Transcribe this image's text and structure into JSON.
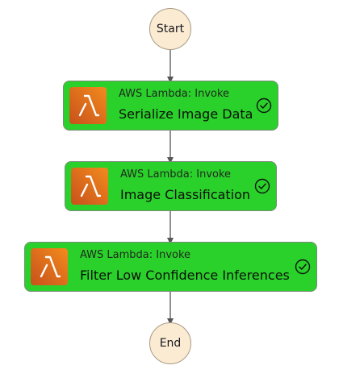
{
  "diagram": {
    "start_label": "Start",
    "end_label": "End",
    "colors": {
      "task_fill": "#2bd12b",
      "terminal_fill": "#fbebd2",
      "lambda_icon_dark": "#c8511b",
      "lambda_icon_light": "#f28b1d",
      "edge": "#555555"
    },
    "tasks": [
      {
        "type_label": "AWS Lambda: Invoke",
        "name": "Serialize Image Data",
        "icon": "lambda-icon",
        "status_icon": "check-circle-icon"
      },
      {
        "type_label": "AWS Lambda: Invoke",
        "name": "Image Classification",
        "icon": "lambda-icon",
        "status_icon": "check-circle-icon"
      },
      {
        "type_label": "AWS Lambda: Invoke",
        "name": "Filter Low Confidence Inferences",
        "icon": "lambda-icon",
        "status_icon": "check-circle-icon"
      }
    ]
  }
}
